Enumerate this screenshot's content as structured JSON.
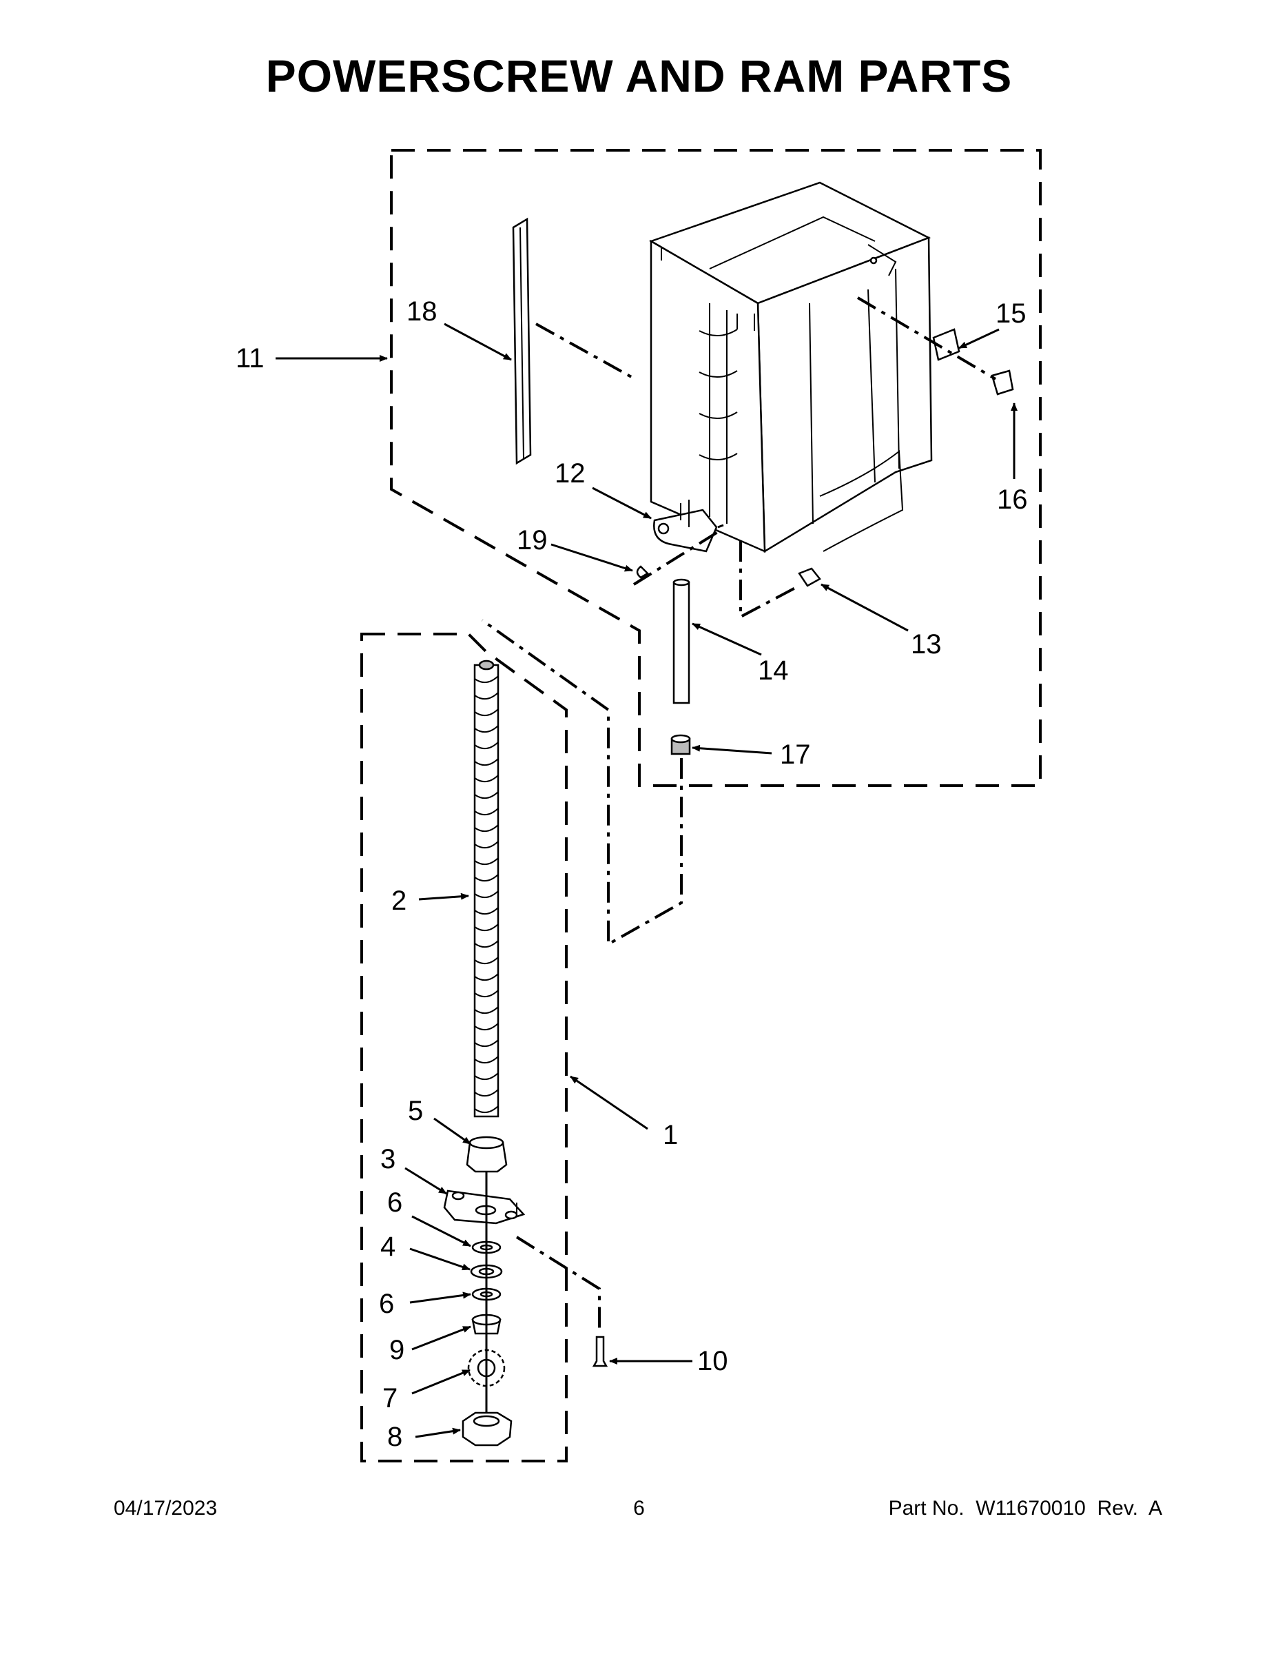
{
  "title": "POWERSCREW AND RAM PARTS",
  "callouts": {
    "c1": "1",
    "c2": "2",
    "c3": "3",
    "c4": "4",
    "c5": "5",
    "c6a": "6",
    "c6b": "6",
    "c7": "7",
    "c8": "8",
    "c9": "9",
    "c10": "10",
    "c11": "11",
    "c12": "12",
    "c13": "13",
    "c14": "14",
    "c15": "15",
    "c16": "16",
    "c17": "17",
    "c18": "18",
    "c19": "19"
  },
  "footer": {
    "date": "04/17/2023",
    "page": "6",
    "part_no": "Part No.  W11670010  Rev.  A"
  }
}
